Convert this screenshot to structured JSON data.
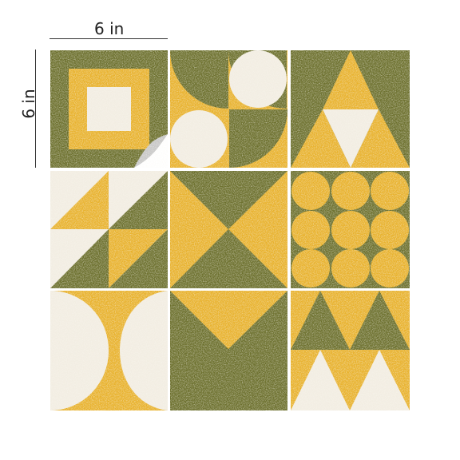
{
  "dimensions": {
    "width_label": "6 in",
    "height_label": "6 in"
  },
  "colors": {
    "olive": "#6b6f2c",
    "mustard": "#e8b12b",
    "cream": "#f2ede2"
  },
  "tiles": [
    {
      "name": "concentric-squares",
      "peel_corner": true
    },
    {
      "name": "circles-quarter-arcs"
    },
    {
      "name": "triangles-peak"
    },
    {
      "name": "pinwheel-triangles"
    },
    {
      "name": "bowtie-triangles"
    },
    {
      "name": "nine-circles"
    },
    {
      "name": "half-circles"
    },
    {
      "name": "inverted-triangle"
    },
    {
      "name": "zigzag-triangles"
    }
  ]
}
